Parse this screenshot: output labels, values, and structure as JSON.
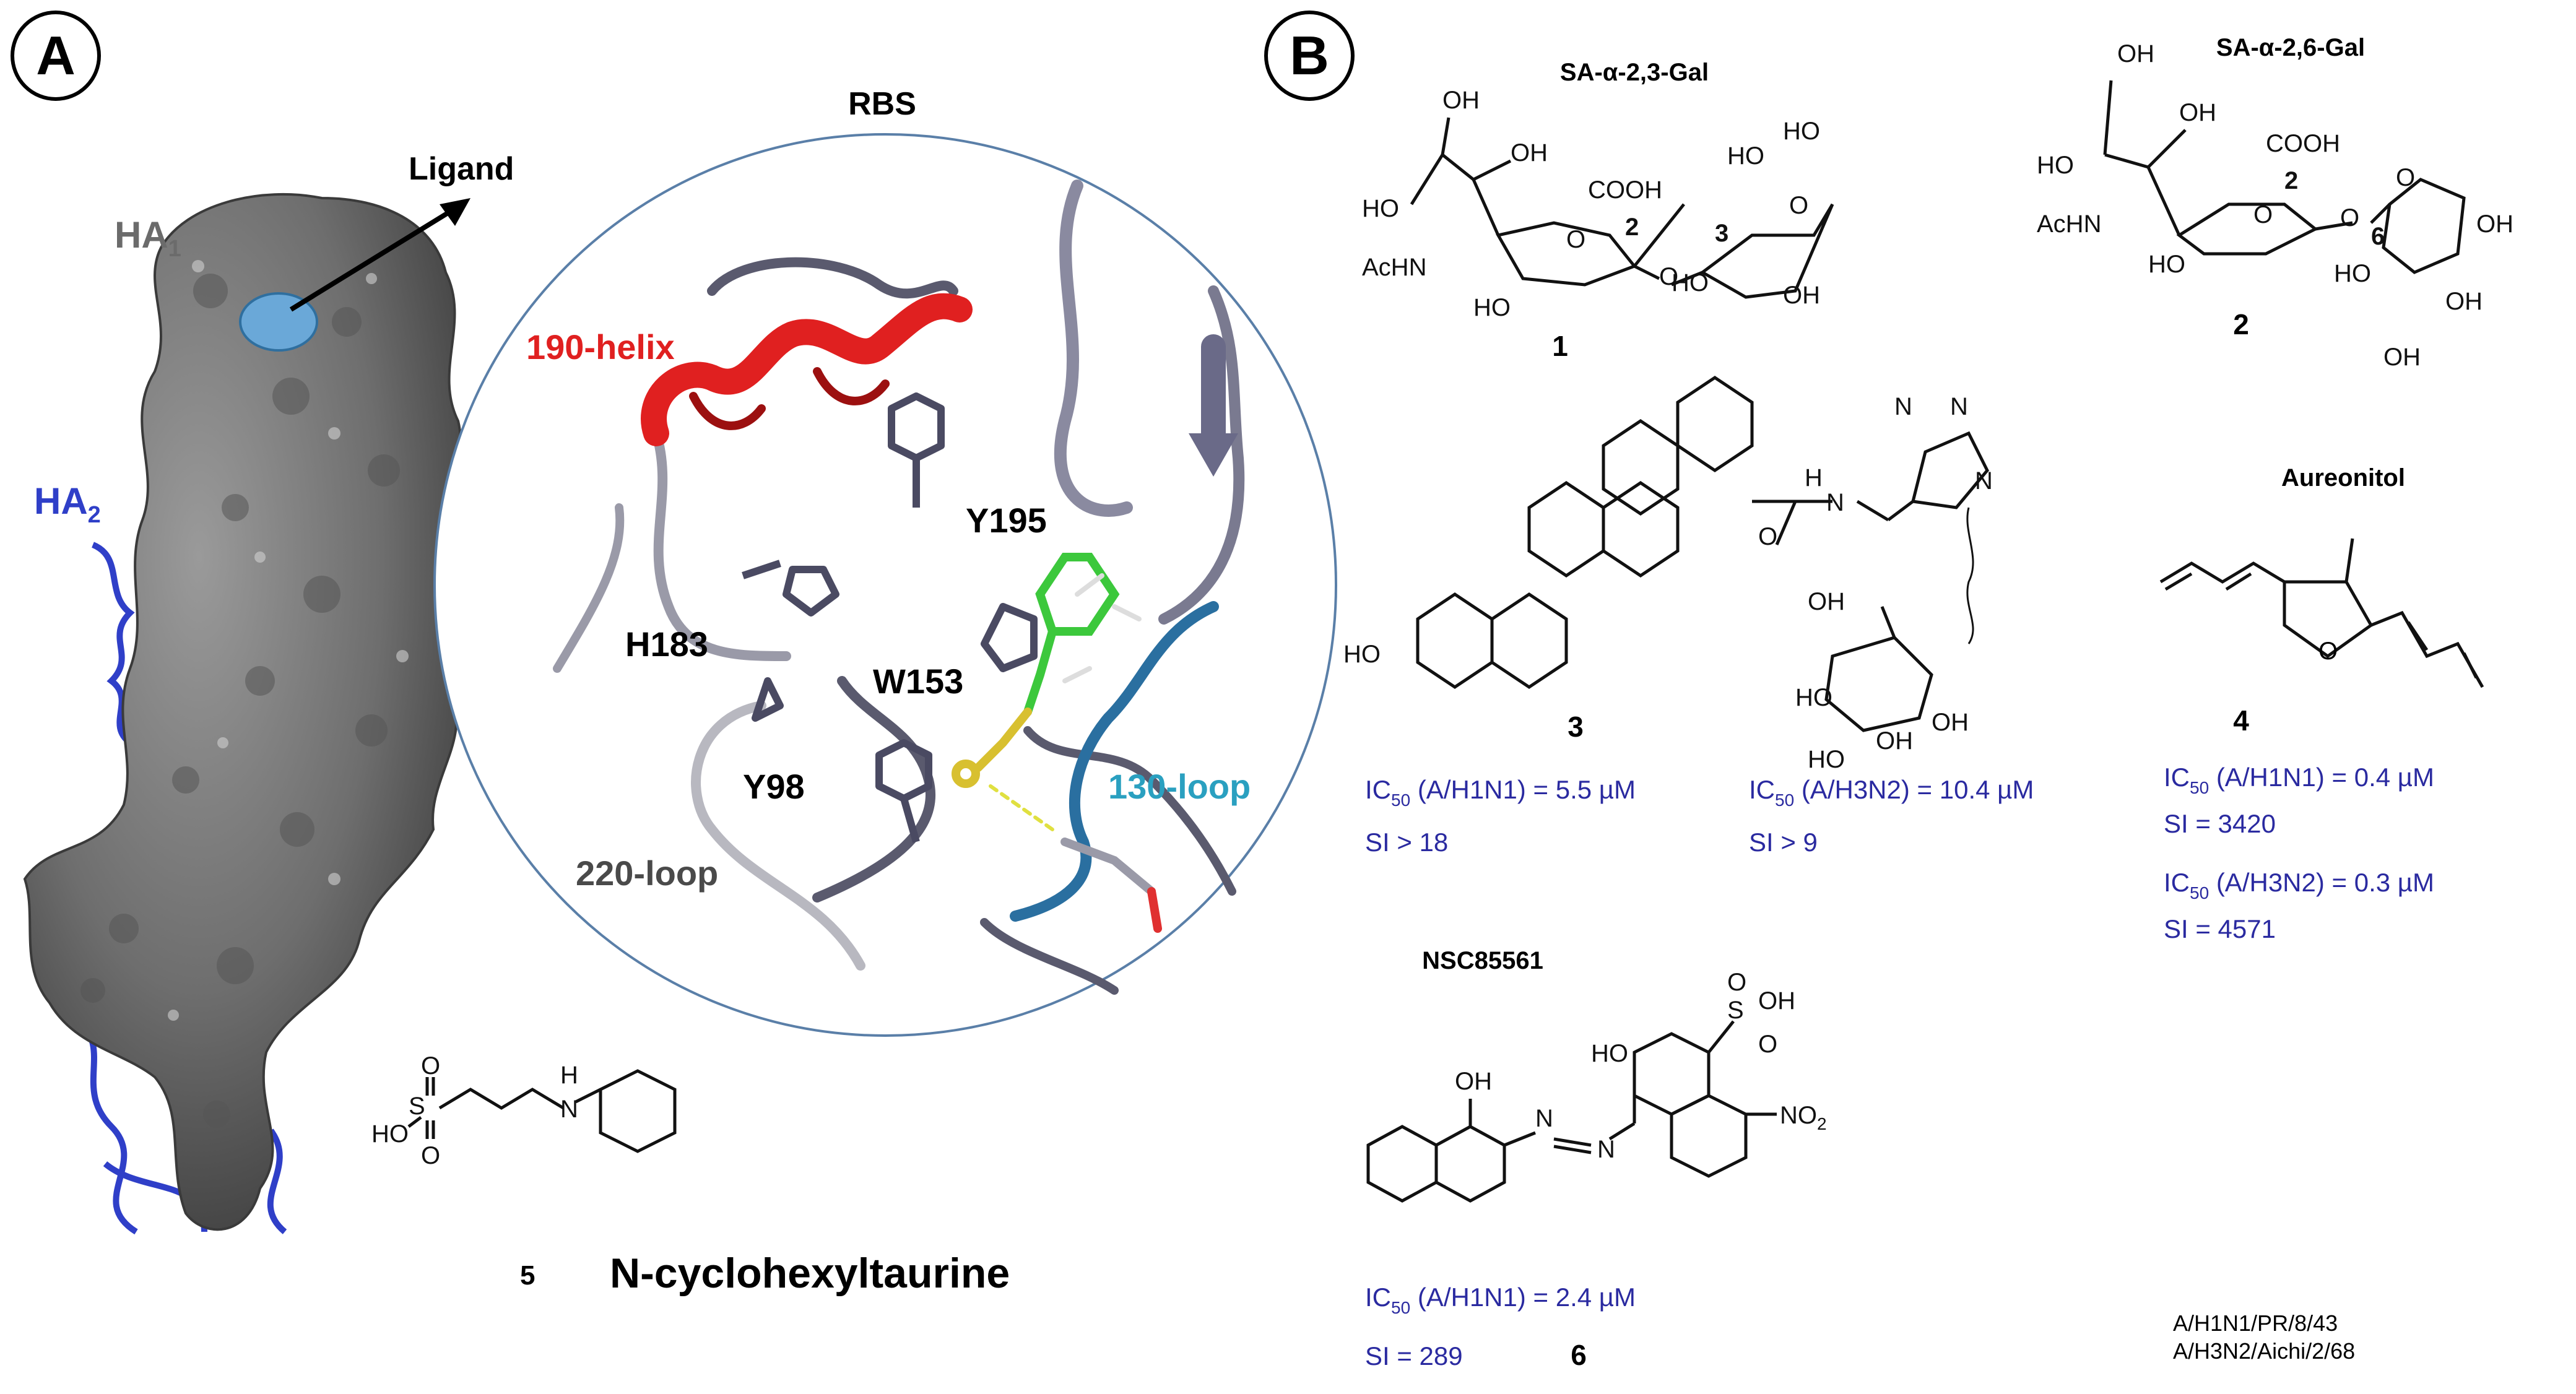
{
  "panel_a": {
    "badge": "A",
    "ligand_label": "Ligand",
    "ha1_label": "HA",
    "ha1_sub": "1",
    "ha2_label": "HA",
    "ha2_sub": "2",
    "rbs_title": "RBS",
    "helix_label": "190-helix",
    "y195": "Y195",
    "h183": "H183",
    "w153": "W153",
    "y98": "Y98",
    "loop220": "220-loop",
    "loop130": "130-loop",
    "cmpd5_number": "5",
    "cmpd5_name": "N-cyclohexyltaurine",
    "colors": {
      "ha1": "#6b6b6b",
      "ha2": "#2f3fc8",
      "helix": "#e02020",
      "loop130": "#2aa0c0",
      "ligand_green": "#3cc83c"
    }
  },
  "panel_b": {
    "badge": "B",
    "c1": {
      "title": "SA-α-2,3-Gal",
      "number": "1"
    },
    "c2": {
      "title": "SA-α-2,6-Gal",
      "number": "2"
    },
    "c3": {
      "number": "3",
      "ic50_h1n1": "IC",
      "ic50_h1n1_sub": "50",
      "ic50_h1n1_rest": " (A/H1N1) = 5.5 µM",
      "si_h1n1": "SI > 18",
      "ic50_h3n2": "IC",
      "ic50_h3n2_sub": "50",
      "ic50_h3n2_rest": " (A/H3N2) = 10.4 µM",
      "si_h3n2": "SI > 9"
    },
    "c4": {
      "title": "Aureonitol",
      "number": "4",
      "ic50_h1n1": "IC",
      "ic50_h1n1_sub": "50",
      "ic50_h1n1_rest": " (A/H1N1) = 0.4 µM",
      "si_h1n1": "SI = 3420",
      "ic50_h3n2": "IC",
      "ic50_h3n2_sub": "50",
      "ic50_h3n2_rest": " (A/H3N2) = 0.3 µM",
      "si_h3n2": "SI = 4571"
    },
    "c6": {
      "title": "NSC85561",
      "number": "6",
      "ic50_h1n1": "IC",
      "ic50_h1n1_sub": "50",
      "ic50_h1n1_rest": " (A/H1N1) = 2.4 µM",
      "si_h1n1": "SI = 289"
    },
    "strain1": "A/H1N1/PR/8/43",
    "strain2": "A/H3N2/Aichi/2/68",
    "atoms": {
      "OH": "OH",
      "HO": "HO",
      "AcHN": "AcHN",
      "COOH": "COOH",
      "O": "O",
      "n2": "2",
      "n3": "3",
      "n6": "6",
      "H": "H",
      "N": "N",
      "S": "S",
      "NO2": "NO",
      "NO2_sub": "2"
    }
  }
}
